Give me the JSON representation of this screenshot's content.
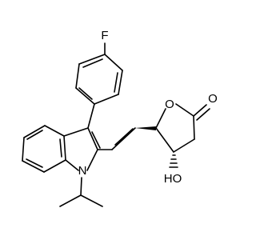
{
  "structure": {
    "atoms": {
      "fluorine": "F",
      "ring_oxygen": "O",
      "carbonyl_oxygen": "O",
      "nitrogen": "N",
      "hydroxyl": "HO"
    }
  }
}
